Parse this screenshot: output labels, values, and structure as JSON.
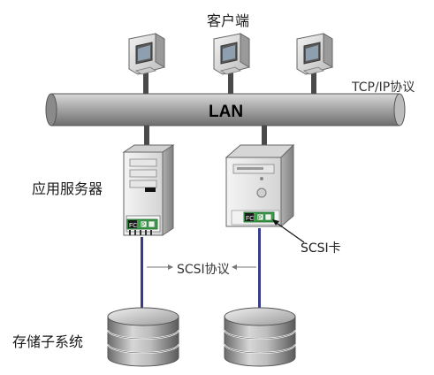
{
  "labels": {
    "clients": "客户端",
    "tcp_ip": "TCP/IP协议",
    "lan": "LAN",
    "app_server": "应用服务器",
    "scsi_card": "SCSI卡",
    "scsi_protocol": "SCSI协议",
    "storage": "存储子系统"
  },
  "card_marks": {
    "fc_text": "FC",
    "chip_text": "P"
  },
  "colors": {
    "cable": "#3a3a8a",
    "bar": "#a0a0a0",
    "card_green": "#3aa34a"
  }
}
